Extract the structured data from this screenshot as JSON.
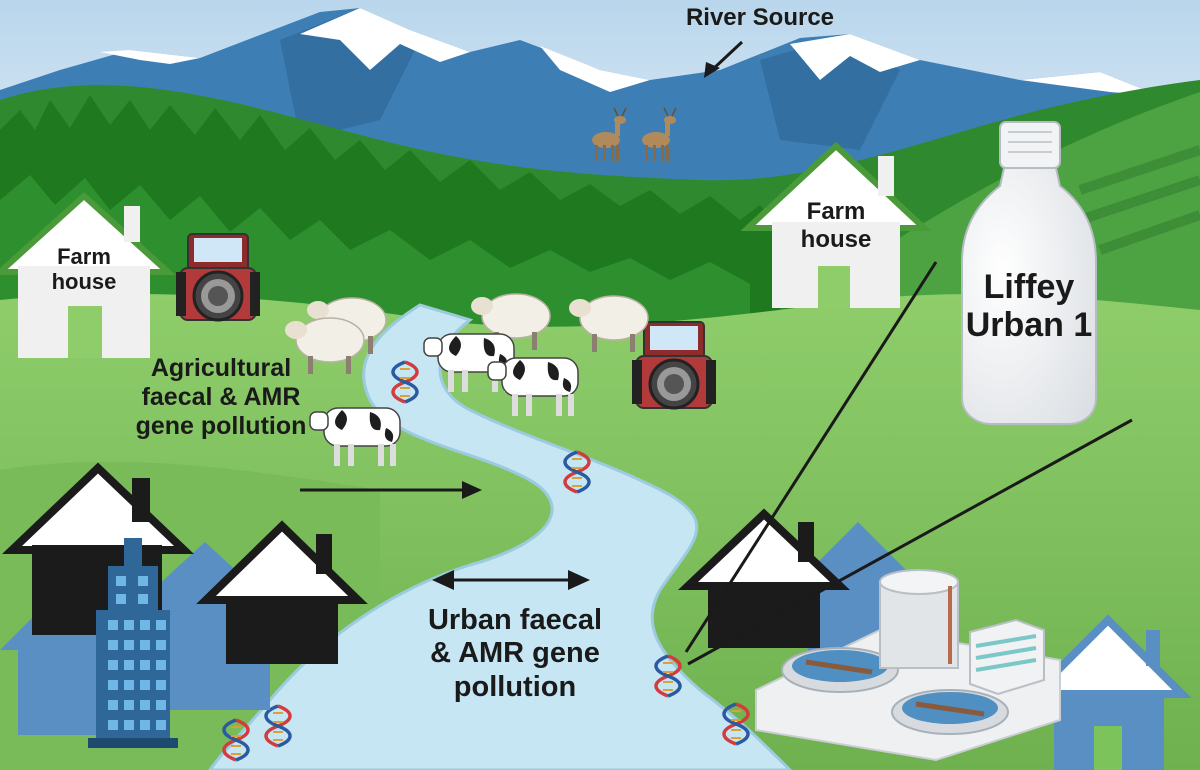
{
  "labels": {
    "river_source": "River Source",
    "farm_house_left": "Farm house",
    "farm_house_right": "Farm house",
    "agricultural_pollution": "Agricultural faecal & AMR gene pollution",
    "urban_pollution": "Urban faecal & AMR gene pollution",
    "sample_bottle": "Liffey Urban 1"
  },
  "colors": {
    "sky": "#cfe3f1",
    "mountain": "#3d7fb5",
    "snow": "#ffffff",
    "forest_dark": "#1f7a1f",
    "grass": "#79bf5c",
    "river": "#c6e6f3",
    "urban_house": "#1b1b1b",
    "suburb_house": "#5a8fc4",
    "dna_red": "#d23c3c",
    "dna_blue": "#2c5aa0",
    "text": "#1a1a1a"
  }
}
